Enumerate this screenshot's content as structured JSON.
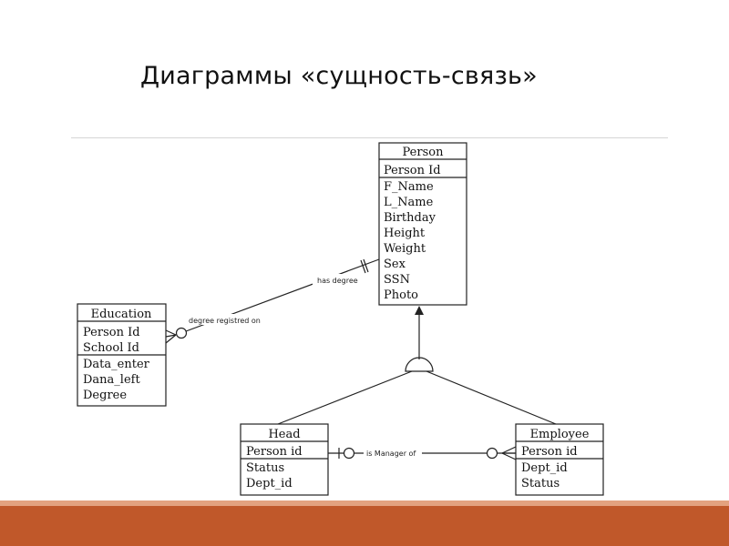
{
  "slide": {
    "title": "Диаграммы «сущность-связь»",
    "colors": {
      "band": "#c0582a",
      "band_highlight": "#e3a27f",
      "rule": "#d6d6d6"
    }
  },
  "entities": {
    "person": {
      "name": "Person",
      "attributes": [
        "Person Id",
        "F_Name",
        "L_Name",
        "Birthday",
        "Height",
        "Weight",
        "Sex",
        "SSN",
        "Photo"
      ],
      "key_attributes": [
        "Person Id"
      ]
    },
    "education": {
      "name": "Education",
      "attributes": [
        "Person Id",
        "School Id",
        "Data_enter",
        "Dana_left",
        "Degree"
      ],
      "key_attributes": [
        "Person Id",
        "School Id"
      ]
    },
    "head": {
      "name": "Head",
      "attributes": [
        "Person id",
        "Status",
        "Dept_id"
      ],
      "key_attributes": [
        "Person id"
      ]
    },
    "employee": {
      "name": "Employee",
      "attributes": [
        "Person id",
        "Dept_id",
        "Status"
      ],
      "key_attributes": [
        "Person id"
      ]
    }
  },
  "relationships": {
    "has_degree": "has degree",
    "degree_registred_on": "degree registred on",
    "is_manager_of": "is Manager of"
  }
}
